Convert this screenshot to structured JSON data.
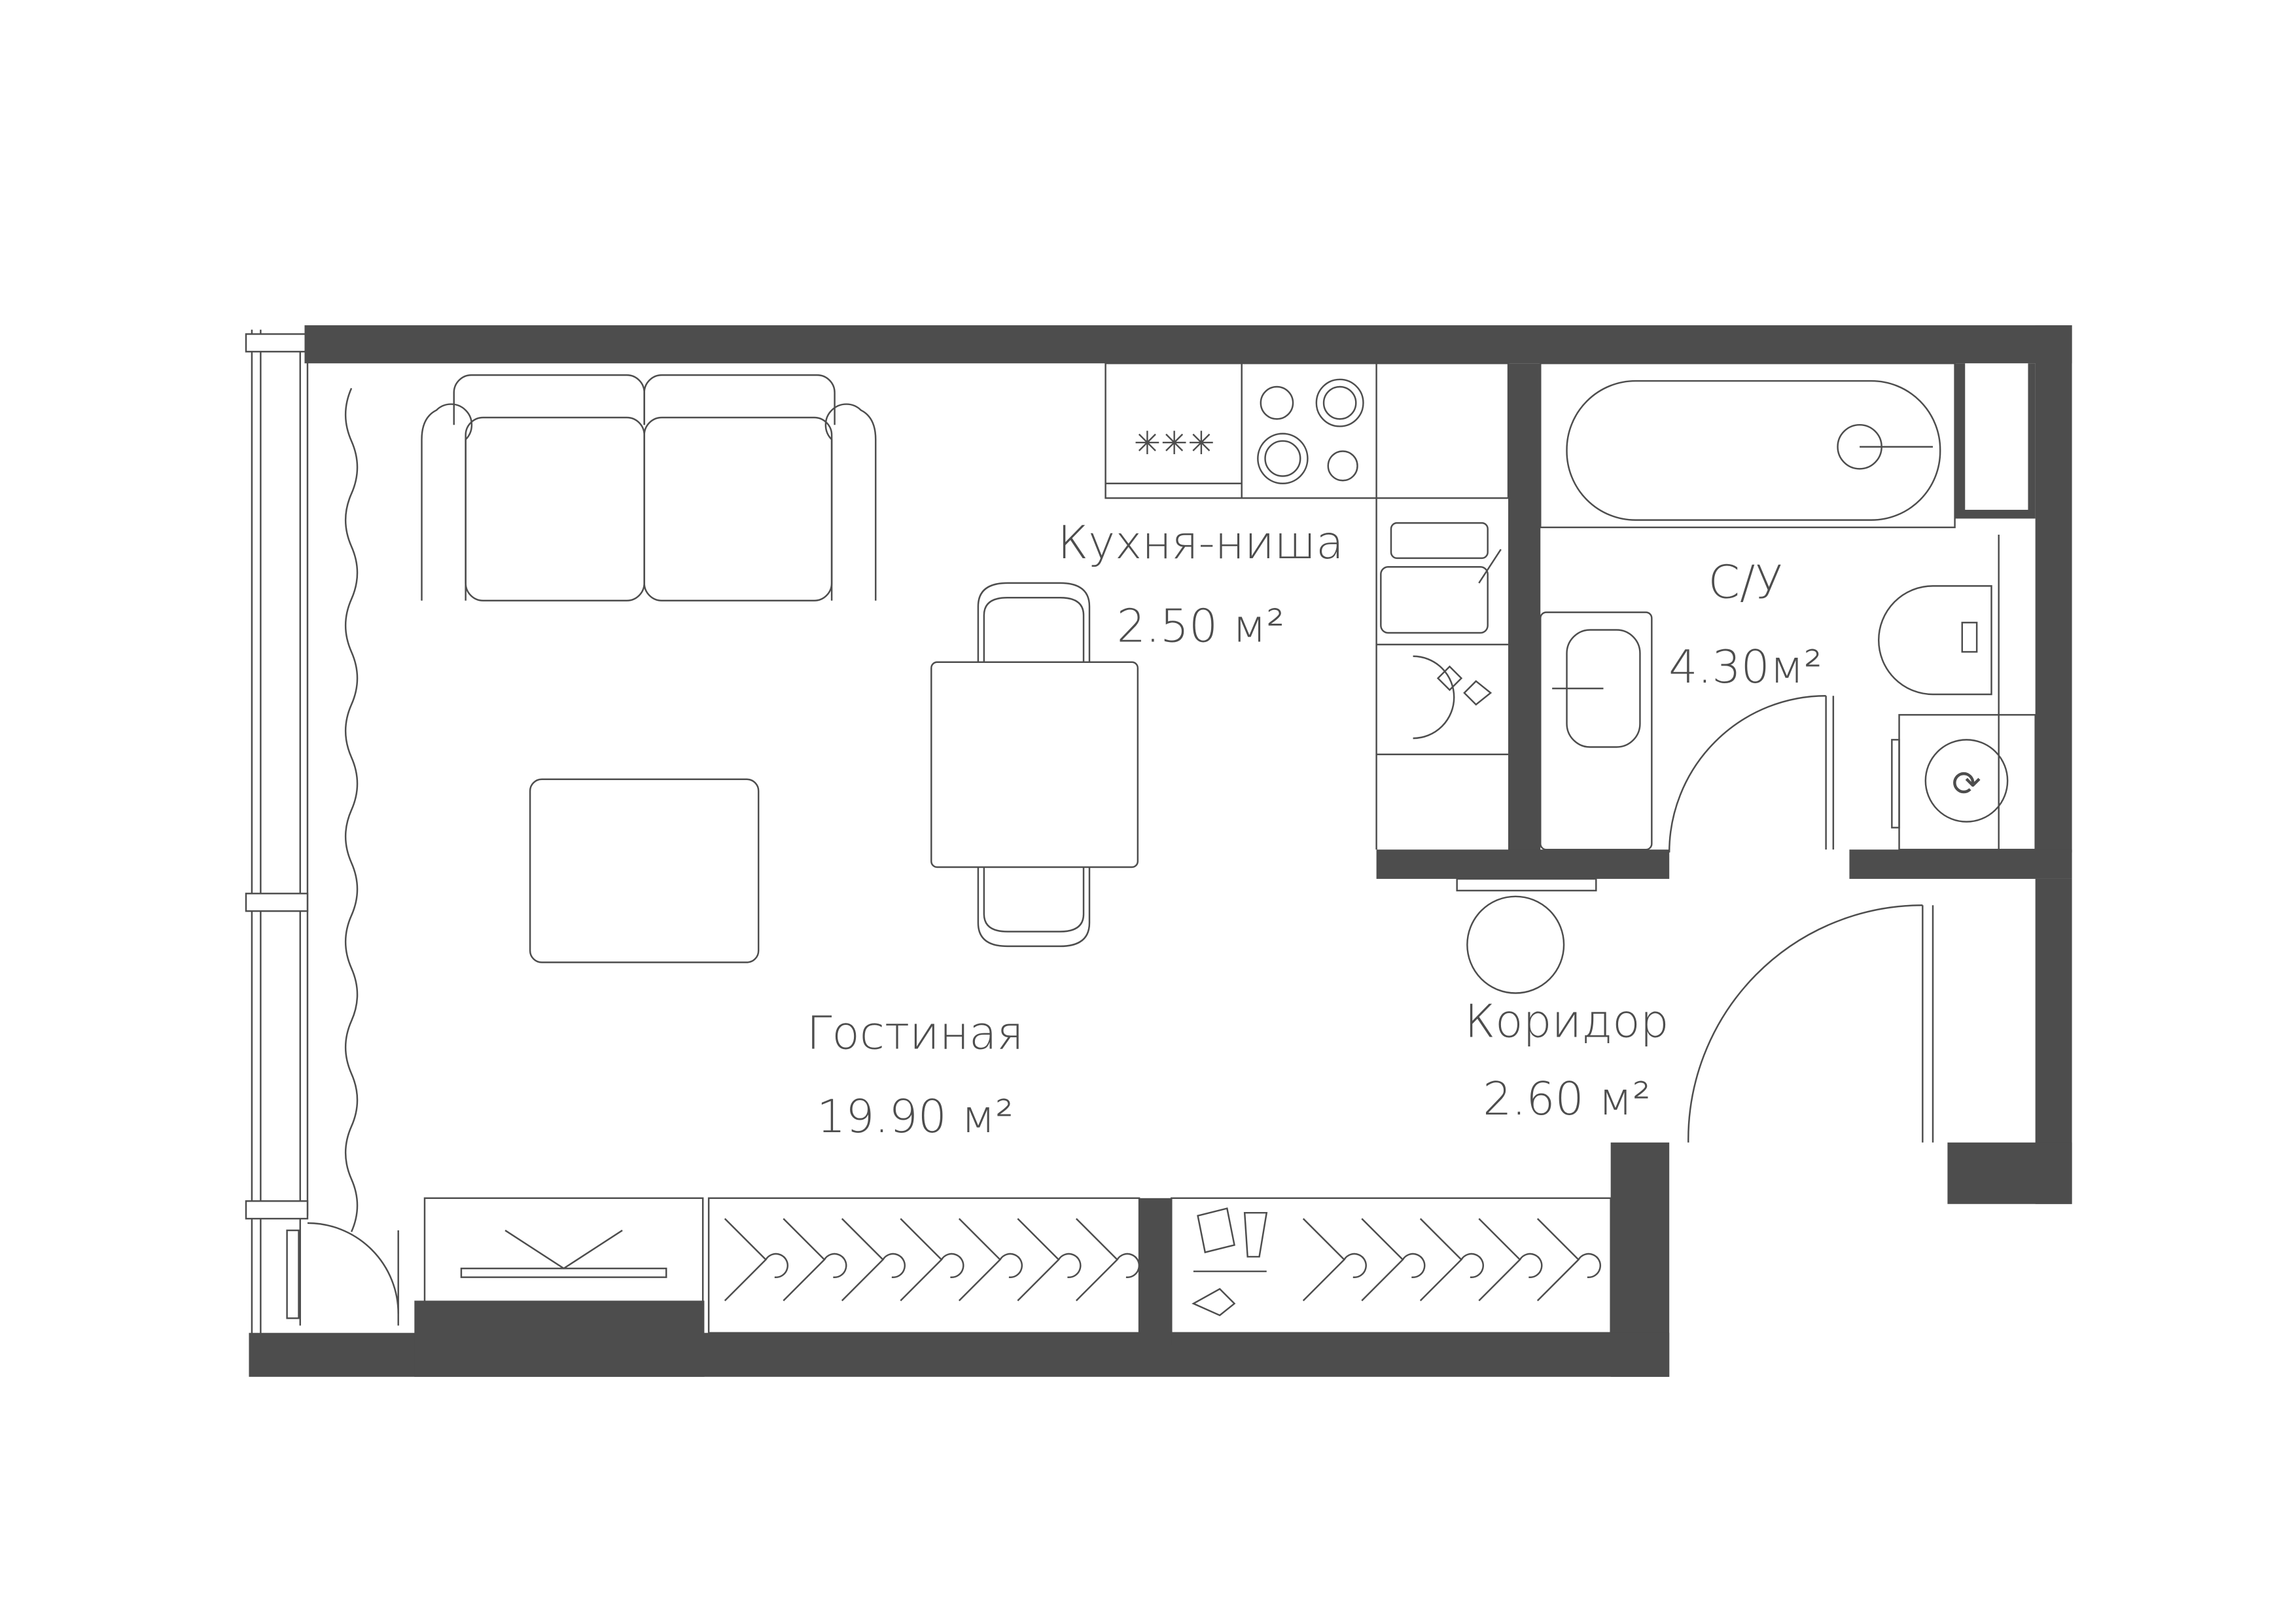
{
  "plan": {
    "rooms": [
      {
        "name": "Кухня-ниша",
        "area": "2.50 м²"
      },
      {
        "name": "С/У",
        "area": "4.30м²"
      },
      {
        "name": "Гостиная",
        "area": "19.90 м²"
      },
      {
        "name": "Коридор",
        "area": "2.60 м²"
      }
    ],
    "colors": {
      "wall": "#4d4d4d",
      "line": "#4d4d4d",
      "background": "#ffffff"
    }
  }
}
